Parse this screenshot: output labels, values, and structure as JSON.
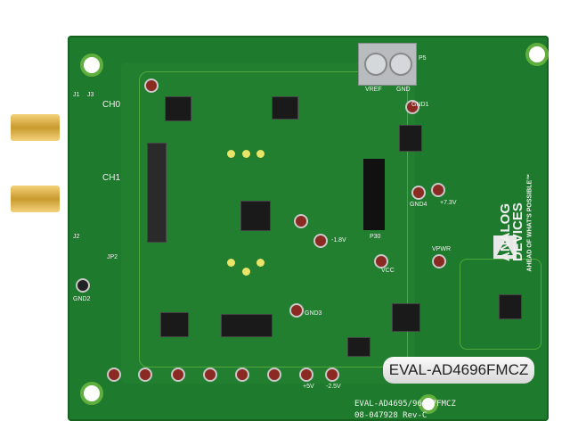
{
  "board": {
    "product_label": "EVAL-AD4696FMCZ",
    "silkscreen_model": "EVAL-AD4695/96/97FMCZ",
    "silkscreen_part": "08-047928 Rev-C",
    "brand": {
      "line1": "ANALOG",
      "line2": "DEVICES",
      "tagline": "AHEAD OF WHAT'S POSSIBLE™"
    },
    "connectors": {
      "ch0": "CH0",
      "ch1": "CH1",
      "j1": "J1",
      "j2": "J2",
      "j3": "J3",
      "jp2": "JP2",
      "gnd2": "GND2"
    },
    "terminal": {
      "vref": "VREF",
      "gnd": "GND",
      "p5": "P5"
    },
    "testpoints": {
      "gnd1": "GND1",
      "gnd4": "GND4",
      "p30": "P30",
      "v73": "+7.3V",
      "vcc": "VCC",
      "vpwr": "VPWR",
      "v18": "-1.8V",
      "v5": "+5V",
      "v25": "-2.5V",
      "gnd3": "GND3"
    },
    "colors": {
      "pcb": "#1e7a2c",
      "label": "#e8e8e8",
      "gold": "#d4a640"
    }
  }
}
